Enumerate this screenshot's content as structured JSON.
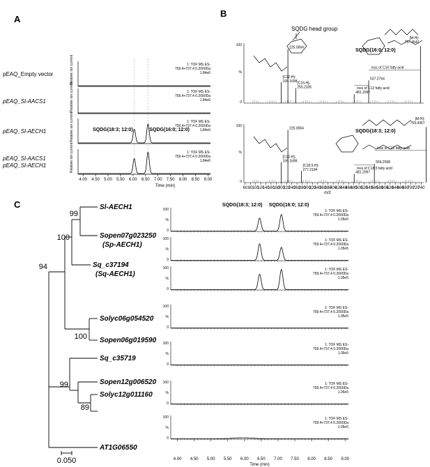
{
  "panels": {
    "a": "A",
    "b": "B",
    "c": "C"
  },
  "panel_a": {
    "traces": [
      {
        "label1": "pEAQ_Empty vector",
        "label2": "",
        "italic": false,
        "info": [
          "1: TOF MS ES-",
          "759.4+737.4 0.2000Da",
          "1.84e6"
        ],
        "peaks": []
      },
      {
        "label1": "pEAQ_Sl-AACS1",
        "label2": "",
        "italic": true,
        "info": [
          "1: TOF MS ES-",
          "759.4+737.4 0.2000Da",
          "1.84e6"
        ],
        "peaks": []
      },
      {
        "label1": "pEAQ_Sl-AECH1",
        "label2": "",
        "italic": true,
        "info": [
          "1: TOF MS ES-",
          "759.4+737.4 0.2000Da",
          "1.84e6"
        ],
        "peaks": [
          {
            "t": 6.05,
            "h": 0.55
          },
          {
            "t": 6.6,
            "h": 0.75
          }
        ]
      },
      {
        "label1": "pEAQ_Sl-AACS1",
        "label2": "pEAQ_Sl-AECH1",
        "italic": true,
        "info": [
          "1: TOF MS ES-",
          "759.4+737.4 0.2000Da",
          "1.84e6"
        ],
        "peaks": [
          {
            "t": 6.05,
            "h": 0.6
          },
          {
            "t": 6.6,
            "h": 0.85
          }
        ]
      }
    ],
    "ylabel": "Relative ion current",
    "peak_labels": [
      "SQDG(18:3; 12:0)",
      "SQDG(16:0; 12:0)"
    ],
    "xticks": [
      "4.00",
      "4.50",
      "5.00",
      "5.50",
      "6.00",
      "6.50",
      "7.00",
      "7.50",
      "8.00",
      "8.50",
      "9.00"
    ],
    "xlabel": "Time (min)"
  },
  "panel_b": {
    "head_group": "SQDG head group",
    "top": {
      "compound": "SQDG(16:0; 12:0)",
      "mh": "[M-H]-",
      "mh_val": "737.4542",
      "peaks": [
        {
          "mz": 225.0064,
          "h": 0.9,
          "label": "225.0064"
        },
        {
          "mz": 199.1698,
          "h": 0.35,
          "label": "[C12-H]- 199.1698"
        },
        {
          "mz": 255.2335,
          "h": 0.25,
          "label": "[C16-H]- 255.2335"
        },
        {
          "mz": 481.2097,
          "h": 0.15,
          "label": "481.2097"
        },
        {
          "mz": 537.2764,
          "h": 0.38,
          "label": "537.2764"
        },
        {
          "mz": 737.4542,
          "h": 0.95,
          "label": ""
        }
      ],
      "loss1": "loss of C16 fatty acid",
      "loss2": "loss of C12 fatty acid"
    },
    "bottom": {
      "compound": "SQDG(18:3; 12:0)",
      "mh": "[M-H]-",
      "mh_val": "759.4367",
      "peaks": [
        {
          "mz": 225.0064,
          "h": 0.9,
          "label": "225.0064"
        },
        {
          "mz": 199.1698,
          "h": 0.35,
          "label": "[C12-H]- 199.1698"
        },
        {
          "mz": 277.2194,
          "h": 0.2,
          "label": "[C18:3-H]- 277.2194"
        },
        {
          "mz": 481.2097,
          "h": 0.15,
          "label": "481.2097"
        },
        {
          "mz": 559.2568,
          "h": 0.32,
          "label": "559.2568"
        },
        {
          "mz": 759.4367,
          "h": 0.95,
          "label": ""
        }
      ],
      "loss1": "loss of C12 fatty acid",
      "loss2": "loss of C18:3 fatty acid"
    },
    "yticks": [
      "100",
      "%",
      "0"
    ],
    "xticks": [
      "60",
      "80",
      "100",
      "120",
      "140",
      "160",
      "180",
      "200",
      "220",
      "240",
      "260",
      "280",
      "300",
      "320",
      "340",
      "360",
      "380",
      "400",
      "420",
      "440",
      "460",
      "480",
      "500",
      "520",
      "540",
      "560",
      "580",
      "600",
      "620",
      "640",
      "660",
      "680",
      "700",
      "720",
      "740"
    ],
    "xlabel": "m/z"
  },
  "panel_c": {
    "taxa": [
      "Sl-AECH1",
      "Sopen07g023250",
      "(Sp-AECH1)",
      "Sq_c37194",
      "(Sq-AECH1)",
      "Solyc06g054520",
      "Sopen06g019590",
      "Sq_c35719",
      "Sopen12g006520",
      "Solyc12g011160",
      "AT1G06550"
    ],
    "bootstrap": [
      "99",
      "100",
      "94",
      "100",
      "99",
      "89"
    ],
    "scale": "0.050",
    "peak_labels": [
      "SQDG(18:3; 12:0)",
      "SQDG(16:0; 12:0)"
    ],
    "traces": [
      {
        "info": [
          "1: TOF MS ES-",
          "759.4+737.4 0.2000Da",
          "1.05e5"
        ],
        "peaks": [
          {
            "t": 6.45,
            "h": 0.55
          },
          {
            "t": 7.1,
            "h": 0.7
          }
        ]
      },
      {
        "info": [
          "1: TOF MS ES-",
          "759.4+737.4 0.2000Da",
          "1.05e5"
        ],
        "peaks": [
          {
            "t": 6.45,
            "h": 0.7
          },
          {
            "t": 7.1,
            "h": 0.55
          }
        ]
      },
      {
        "info": [
          "1: TOF MS ES-",
          "759.4+737.4 0.2000Da",
          "1.05e5"
        ],
        "peaks": [
          {
            "t": 6.45,
            "h": 0.65
          },
          {
            "t": 7.1,
            "h": 0.85
          }
        ]
      },
      {
        "info": [
          "1: TOF MS ES-",
          "759.4+737.4 0.2000Da",
          "1.05e5"
        ],
        "peaks": []
      },
      {
        "info": [
          "1: TOF MS ES-",
          "759.4+737.4 0.2000Da",
          "1.05e5"
        ],
        "peaks": []
      },
      {
        "info": [
          "1: TOF MS ES-",
          "759.4+737.4 0.2000Da",
          "1.05e5"
        ],
        "peaks": []
      },
      {
        "info": [
          "1: TOF MS ES-",
          "759.4+737.4 0.2000Da",
          "1.05e5"
        ],
        "peaks": []
      }
    ],
    "yticks": [
      "100",
      "%",
      "0"
    ],
    "xticks": [
      "4.00",
      "4.50",
      "5.00",
      "5.50",
      "6.00",
      "6.50",
      "7.00",
      "7.50",
      "8.00",
      "8.50",
      "9.00"
    ],
    "xlabel": "Time (min)"
  }
}
